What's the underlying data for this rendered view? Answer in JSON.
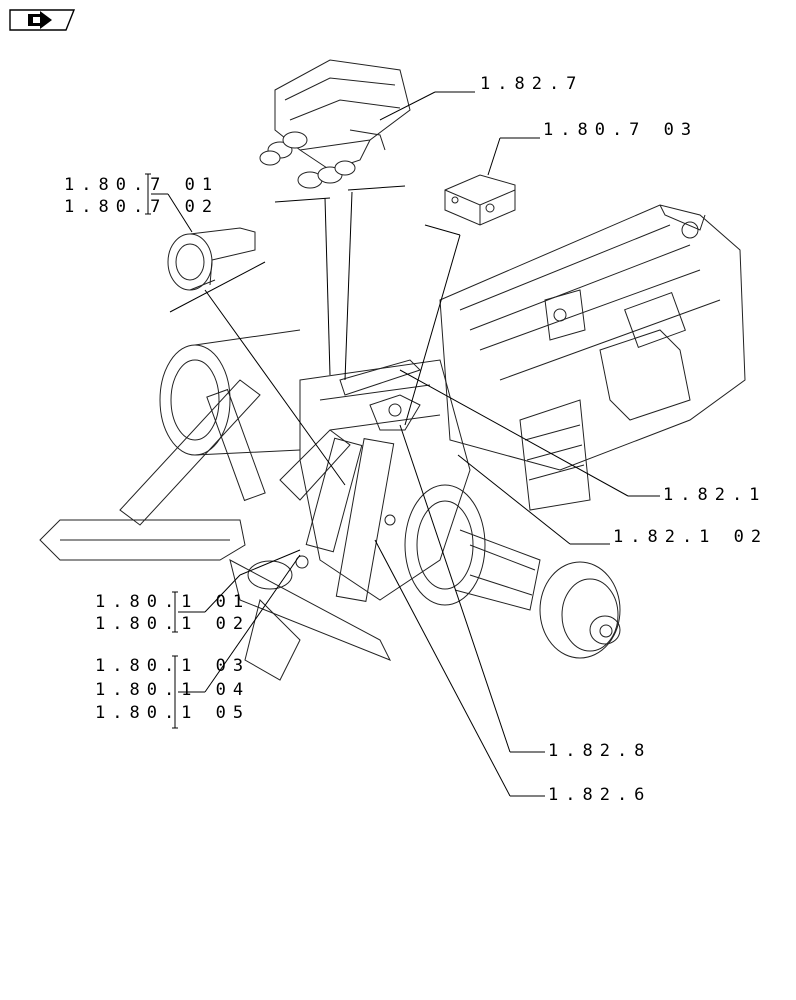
{
  "nav": {
    "icon": "arrow-icon"
  },
  "labels": {
    "l1": "1.82.7",
    "l2": "1.80.7 03",
    "l3": "1.80.7 01",
    "l4": "1.80.7 02",
    "l5": "1.82.1",
    "l6": "1.82.1 02",
    "l7": "1.80.1 01",
    "l8": "1.80.1 02",
    "l9": "1.80.1 03",
    "l10": "1.80.1 04",
    "l11": "1.80.1 05",
    "l12": "1.82.8",
    "l13": "1.82.6"
  }
}
